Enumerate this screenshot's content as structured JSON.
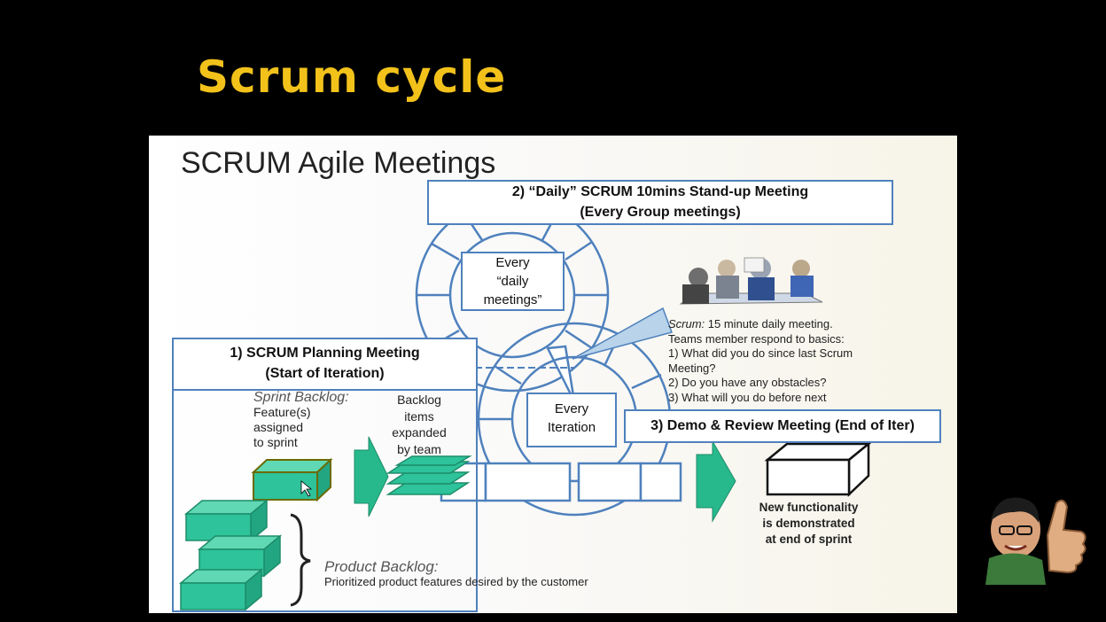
{
  "slide_header": "Scrum cycle",
  "diagram": {
    "title": "SCRUM Agile Meetings",
    "daily_meeting_box": {
      "line1": "2) “Daily” SCRUM 10mins Stand-up Meeting",
      "line2": "(Every Group meetings)"
    },
    "every_daily_box": {
      "line1": "Every",
      "line2": "“daily",
      "line3": "meetings”"
    },
    "planning_box": {
      "line1": "1) SCRUM Planning Meeting",
      "line2": "(Start of Iteration)"
    },
    "every_iteration_box": {
      "line1": "Every",
      "line2": "Iteration"
    },
    "demo_box": "3) Demo & Review Meeting (End of Iter)",
    "sprint_backlog": {
      "title": "Sprint Backlog:",
      "l1": "Feature(s)",
      "l2": "assigned",
      "l3": "to sprint"
    },
    "backlog_items": {
      "l1": "Backlog",
      "l2": "items",
      "l3": "expanded",
      "l4": "by team"
    },
    "product_backlog": {
      "title": "Product Backlog:",
      "desc": "Prioritized product features desired by the customer"
    },
    "scrum_note": {
      "l1_italic": "Scrum:",
      "l1_rest": " 15 minute daily meeting.",
      "l2": "Teams member respond to basics:",
      "l3": " 1) What did you do since last Scrum",
      "l4": "Meeting?",
      "l5": " 2) Do you have any obstacles?",
      "l6": " 3) What will you do before next"
    },
    "new_functionality": {
      "l1": "New functionality",
      "l2": "is demonstrated",
      "l3": "at end of sprint"
    }
  },
  "colors": {
    "title_yellow": "#f2c21b",
    "box_border": "#4f81bd",
    "green": "#2ec39a",
    "arrow_green": "#27b98c"
  },
  "icons": [
    "team-meeting-illustration",
    "thumbs-up-mascot"
  ]
}
